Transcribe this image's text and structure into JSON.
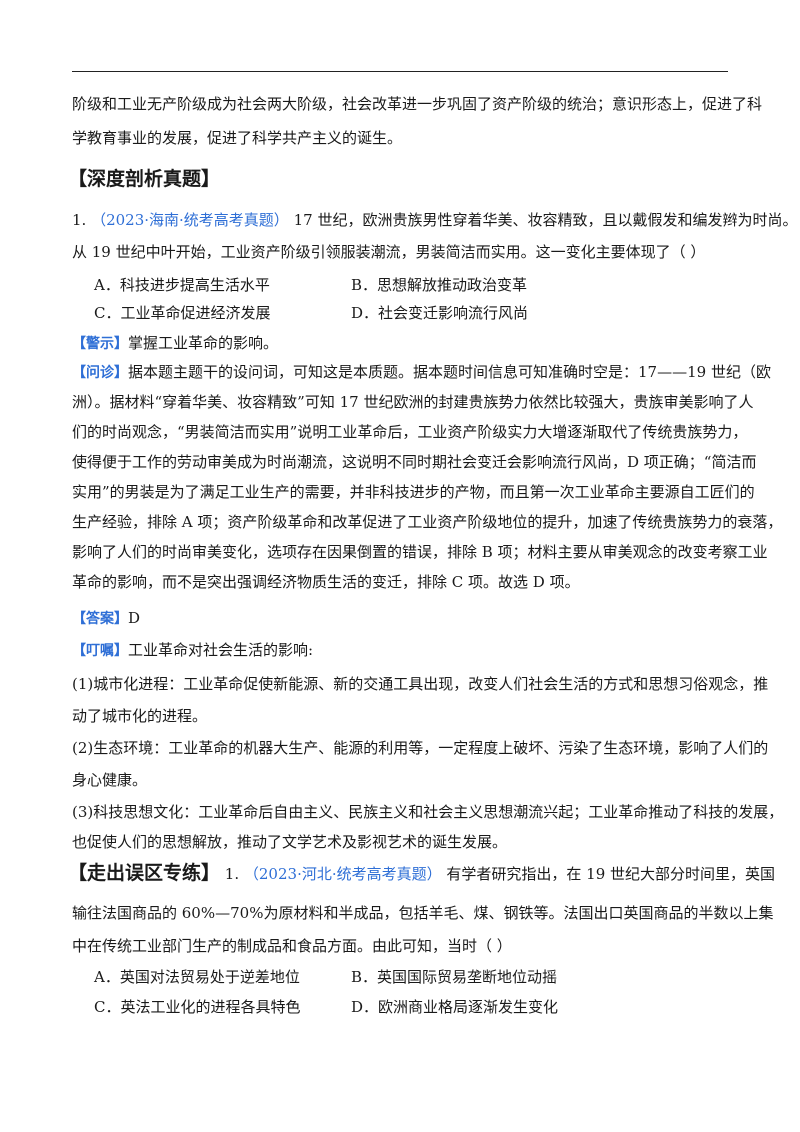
{
  "intro": {
    "line1": "阶级和工业无产阶级成为社会两大阶级，社会改革进一步巩固了资产阶级的统治；意识形态上，促进了科",
    "line2": "学教育事业的发展，促进了科学共产主义的诞生。"
  },
  "section1": {
    "heading": "【深度剖析真题】",
    "q_number": "1.",
    "q_source": "（2023·海南·统考高考真题）",
    "q_line1_rest": "17 世纪，欧洲贵族男性穿着华美、妆容精致，且以戴假发和编发辫为时尚。",
    "q_line2": "从 19 世纪中叶开始，工业资产阶级引领服装潮流，男装简洁而实用。这一变化主要体现了（    ）",
    "options": {
      "A": "A．科技进步提高生活水平",
      "B": "B．思想解放推动政治变革",
      "C": "C．工业革命促进经济发展",
      "D": "D．社会变迁影响流行风尚"
    },
    "hint_tag": "【警示】",
    "hint_text": "掌握工业革命的影响。",
    "diag_tag": "【问诊】",
    "diag_lines": [
      "据本题主题干的设问词，可知这是本质题。据本题时间信息可知准确时空是：17——19 世纪（欧",
      "洲）。据材料“穿着华美、妆容精致”可知 17 世纪欧洲的封建贵族势力依然比较强大，贵族审美影响了人",
      "们的时尚观念，“男装简洁而实用”说明工业革命后，工业资产阶级实力大增逐渐取代了传统贵族势力，",
      "使得便于工作的劳动审美成为时尚潮流，这说明不同时期社会变迁会影响流行风尚，D 项正确；“简洁而",
      "实用”的男装是为了满足工业生产的需要，并非科技进步的产物，而且第一次工业革命主要源自工匠们的",
      "生产经验，排除 A 项；资产阶级革命和改革促进了工业资产阶级地位的提升，加速了传统贵族势力的衰落，",
      "影响了人们的时尚审美变化，选项存在因果倒置的错误，排除 B 项；材料主要从审美观念的改变考察工业",
      "革命的影响，而不是突出强调经济物质生活的变迁，排除 C 项。故选 D 项。"
    ],
    "answer_tag": "【答案】",
    "answer": "D",
    "remind_tag": "【叮嘱】",
    "remind_text": "工业革命对社会生活的影响:",
    "points": [
      "(1)城市化进程：工业革命促使新能源、新的交通工具出现，改变人们社会生活的方式和思想习俗观念，推",
      "动了城市化的进程。",
      "(2)生态环境：工业革命的机器大生产、能源的利用等，一定程度上破坏、污染了生态环境，影响了人们的",
      "身心健康。",
      "(3)科技思想文化：工业革命后自由主义、民族主义和社会主义思想潮流兴起；工业革命推动了科技的发展，",
      "也促使人们的思想解放，推动了文学艺术及影视艺术的诞生发展。"
    ]
  },
  "section2": {
    "heading": "【走出误区专练】",
    "q_number": "1.",
    "q_source": "（2023·河北·统考高考真题）",
    "q_line1_rest": "有学者研究指出，在 19 世纪大部分时间里，英国",
    "q_line2": "输往法国商品的 60%—70%为原材料和半成品，包括羊毛、煤、钢铁等。法国出口英国商品的半数以上集",
    "q_line3": "中在传统工业部门生产的制成品和食品方面。由此可知，当时（    ）",
    "options": {
      "A": "A．英国对法贸易处于逆差地位",
      "B": "B．英国国际贸易垄断地位动摇",
      "C": "C．英法工业化的进程各具特色",
      "D": "D．欧洲商业格局逐渐发生变化"
    }
  }
}
